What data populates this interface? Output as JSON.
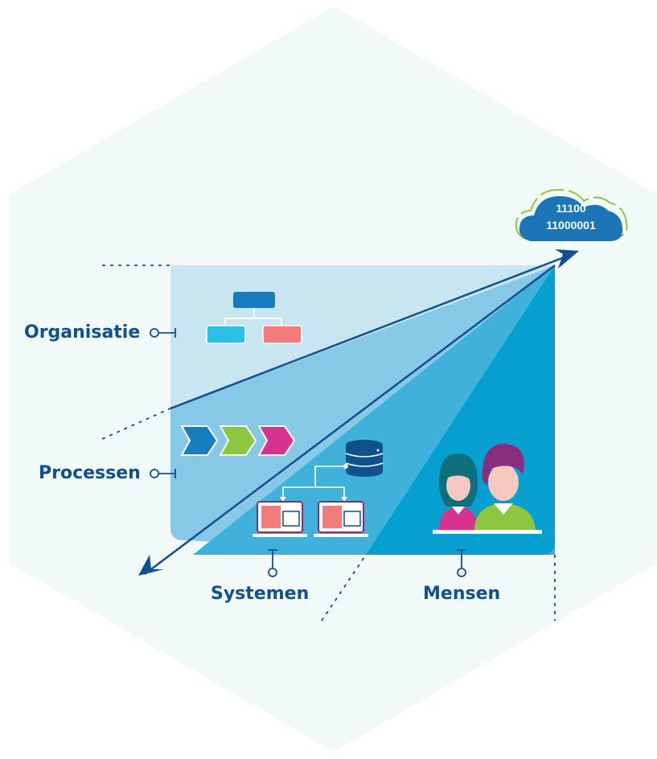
{
  "labels": {
    "organisatie": "Organisatie",
    "processen": "Processen",
    "systemen": "Systemen",
    "mensen": "Mensen"
  },
  "cloud": {
    "line1": "11100",
    "line2": "11000001"
  },
  "colors": {
    "background_hex": "#f1f9f9",
    "layer_organisatie": "#c7e6f1",
    "layer_processen": "#87c8e6",
    "layer_systemen": "#3fb1db",
    "layer_mensen": "#05a0cf",
    "navy": "#11508f",
    "pink": "#d5338d",
    "green": "#8dc63f",
    "coral": "#f27b7b",
    "cyan": "#2cc0e6",
    "blue": "#177dc1"
  },
  "icons": [
    "org-chart-icon",
    "process-chevrons-icon",
    "database-icon",
    "monitor-icon",
    "people-icon",
    "cloud-icon"
  ]
}
